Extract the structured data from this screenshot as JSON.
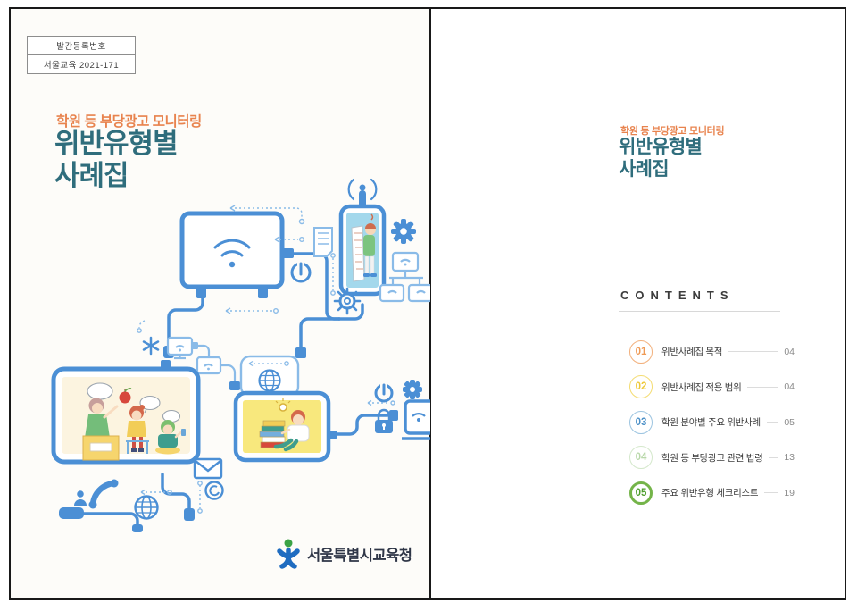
{
  "book": {
    "left_page": {
      "reg_box": {
        "line1": "발간등록번호",
        "line2": "서울교육 2021-171"
      },
      "subtitle": "학원 등 부당광고 모니터링",
      "title_line1": "위반유형별",
      "title_line2": "사례집",
      "publisher": "서울특별시교육청"
    },
    "right_page": {
      "subtitle": "학원 등 부당광고 모니터링",
      "title_line1": "위반유형별",
      "title_line2": "사례집",
      "contents_heading": "CONTENTS",
      "toc": [
        {
          "num": "01",
          "label": "위반사례집 목적",
          "page": "04",
          "ring": "#f2b07c",
          "num_color": "#ef9a55",
          "ring_width": 1.5
        },
        {
          "num": "02",
          "label": "위반사례집 적용 범위",
          "page": "04",
          "ring": "#f4dc72",
          "num_color": "#eec93a",
          "ring_width": 1.5
        },
        {
          "num": "03",
          "label": "학원 분야별 주요 위반사례",
          "page": "05",
          "ring": "#9cc4e0",
          "num_color": "#4a8fc7",
          "ring_width": 1.5
        },
        {
          "num": "04",
          "label": "학원 등 부당광고 관련 법령",
          "page": "13",
          "ring": "#d4e8cb",
          "num_color": "#b9d8aa",
          "ring_width": 1.5
        },
        {
          "num": "05",
          "label": "주요 위반유형 체크리스트",
          "page": "19",
          "ring": "#74b449",
          "num_color": "#4e9e2d",
          "ring_width": 3
        }
      ]
    },
    "colors": {
      "title_teal": "#2f6d7c",
      "subtitle_orange": "#e8834e",
      "illustration_blue": "#4b8fd5",
      "logo_blue": "#1f6cc0",
      "logo_green": "#3ba345"
    }
  }
}
